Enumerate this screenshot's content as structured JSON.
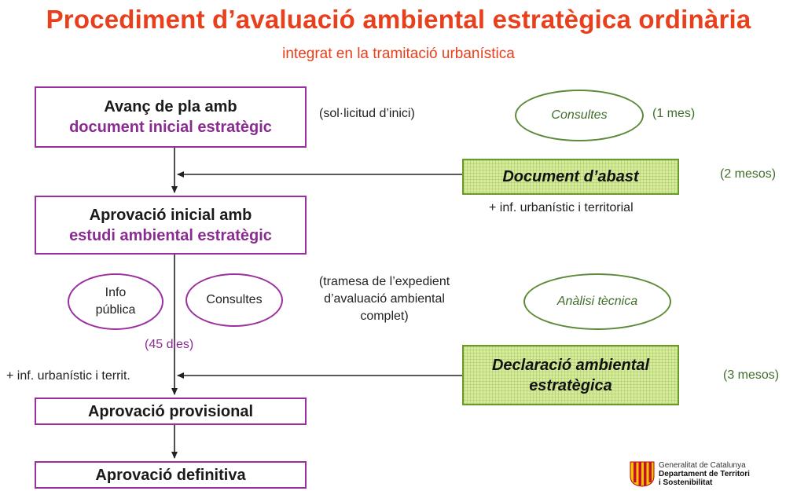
{
  "header": {
    "title": "Procediment d’avaluació ambiental estratègica ordinària",
    "subtitle": "integrat en la tramitació urbanística"
  },
  "steps": {
    "avanc_line1": "Avanç de pla amb",
    "avanc_line2": "document inicial estratègic",
    "aprov_inicial_line1": "Aprovació inicial amb",
    "aprov_inicial_line2": "estudi ambiental estratègic",
    "aprov_provisional": "Aprovació provisional",
    "aprov_definitiva": "Aprovació definitiva"
  },
  "environmental": {
    "document_abast": "Document d’abast",
    "declaracio_line1": "Declaració ambiental",
    "declaracio_line2": "estratègica"
  },
  "ovals": {
    "consultes_1": "Consultes",
    "info_publica_line1": "Info",
    "info_publica_line2": "pública",
    "consultes_2": "Consultes",
    "analisi_tecnica": "Anàlisi tècnica"
  },
  "notes": {
    "sollicitud": "(sol·licitud d’inici)",
    "un_mes": "(1 mes)",
    "dos_mesos": "(2 mesos)",
    "inf_urbanistic_territorial": "+ inf. urbanístic i territorial",
    "tramesa_line1": "(tramesa de l’expedient",
    "tramesa_line2": "d’avaluació ambiental",
    "tramesa_line3": "complet)",
    "quaranta_cinc_dies": "(45 dies)",
    "inf_urbanistic_territ": "+ inf. urbanístic i territ.",
    "tres_mesos": "(3 mesos)"
  },
  "logo": {
    "line1": "Generalitat de Catalunya",
    "line2": "Departament de Territori",
    "line3": "i Sostenibilitat"
  },
  "colors": {
    "title": "#e8401c",
    "purple": "#9b2fa0",
    "green_fill": "#d6ec9c",
    "green_border": "#6a9a2a",
    "green_text": "#3f6e2a"
  }
}
